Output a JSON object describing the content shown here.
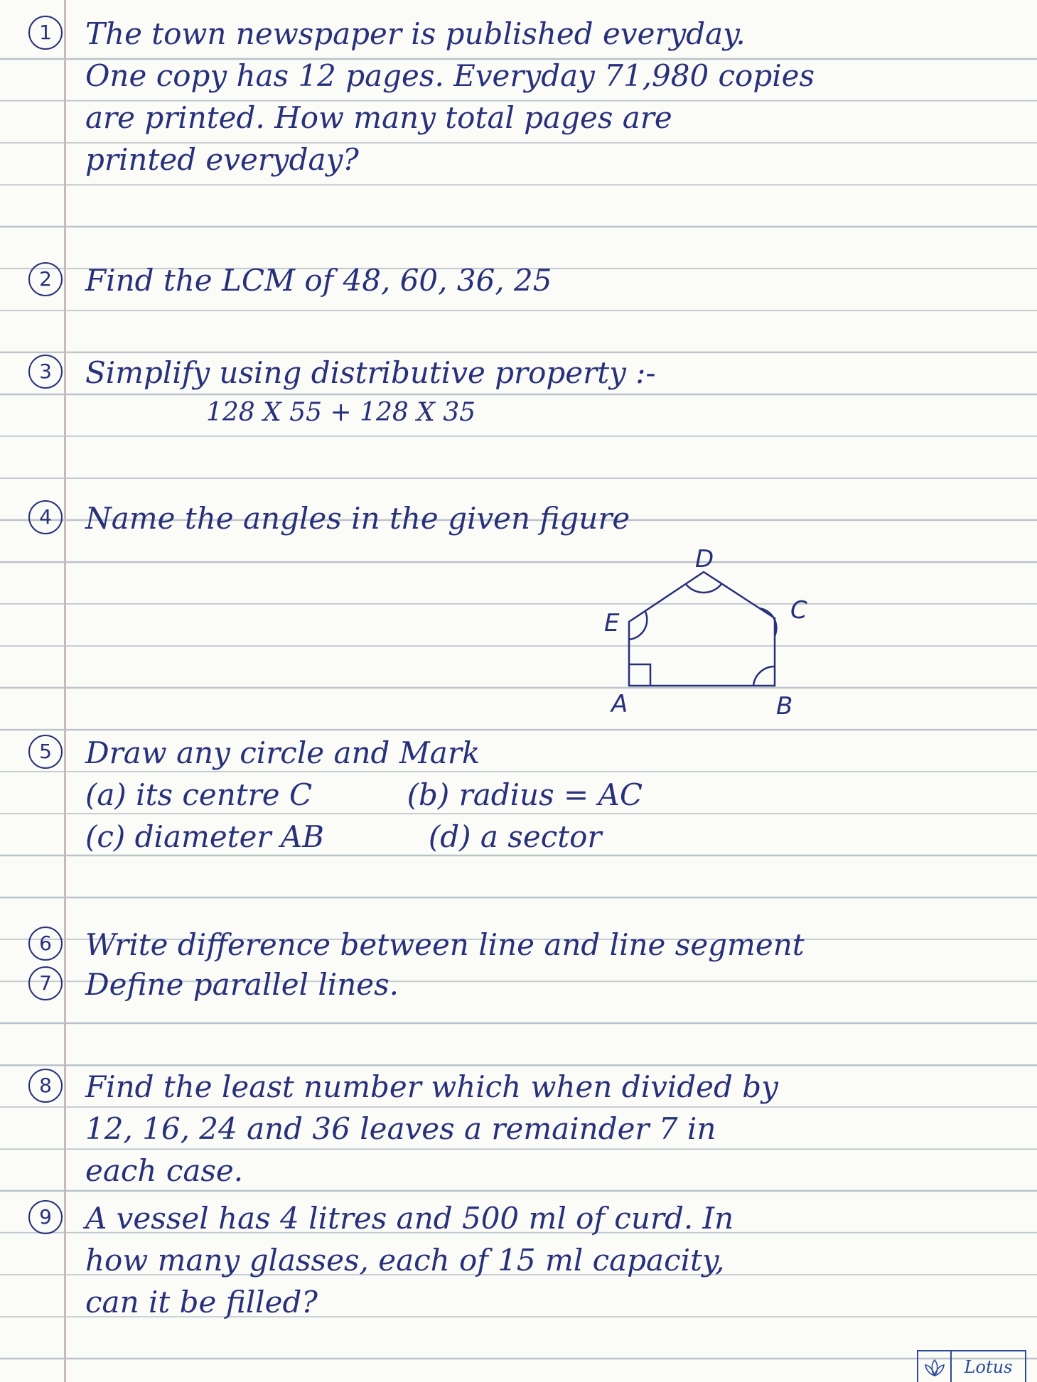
{
  "questions": [
    {
      "num": "1",
      "lines": [
        "The town newspaper is published everyday.",
        "One copy has 12 pages. Everyday 71,980 copies",
        "are printed. How many total pages are",
        "printed everyday?"
      ]
    },
    {
      "num": "2",
      "lines": [
        "Find the LCM of   48, 60, 36, 25"
      ]
    },
    {
      "num": "3",
      "lines": [
        "Simplify using distributive property :-",
        "128 X 55 + 128 X 35"
      ]
    },
    {
      "num": "4",
      "lines": [
        "Name the angles in the given figure"
      ]
    },
    {
      "num": "5",
      "lines": [
        "Draw any circle and Mark",
        "(a) its centre C          (b) radius = AC",
        "(c) diameter AB           (d) a sector"
      ]
    },
    {
      "num": "6",
      "lines": [
        "Write difference between line and line segment"
      ]
    },
    {
      "num": "7",
      "lines": [
        "Define parallel lines."
      ]
    },
    {
      "num": "8",
      "lines": [
        "Find the least number which when divided by",
        "12, 16, 24 and 36 leaves a remainder 7 in",
        "each case."
      ]
    },
    {
      "num": "9",
      "lines": [
        "A vessel has 4 litres and 500 ml of curd. In",
        "how many glasses, each of 15 ml capacity,",
        "can it be filled?"
      ]
    }
  ],
  "figure": {
    "vertex_labels": [
      "A",
      "B",
      "C",
      "D",
      "E"
    ]
  },
  "brand": {
    "name": "Lotus"
  },
  "colors": {
    "ink": "#27307a",
    "paper": "#fbfbf8",
    "rule": "#b9c3c9"
  }
}
